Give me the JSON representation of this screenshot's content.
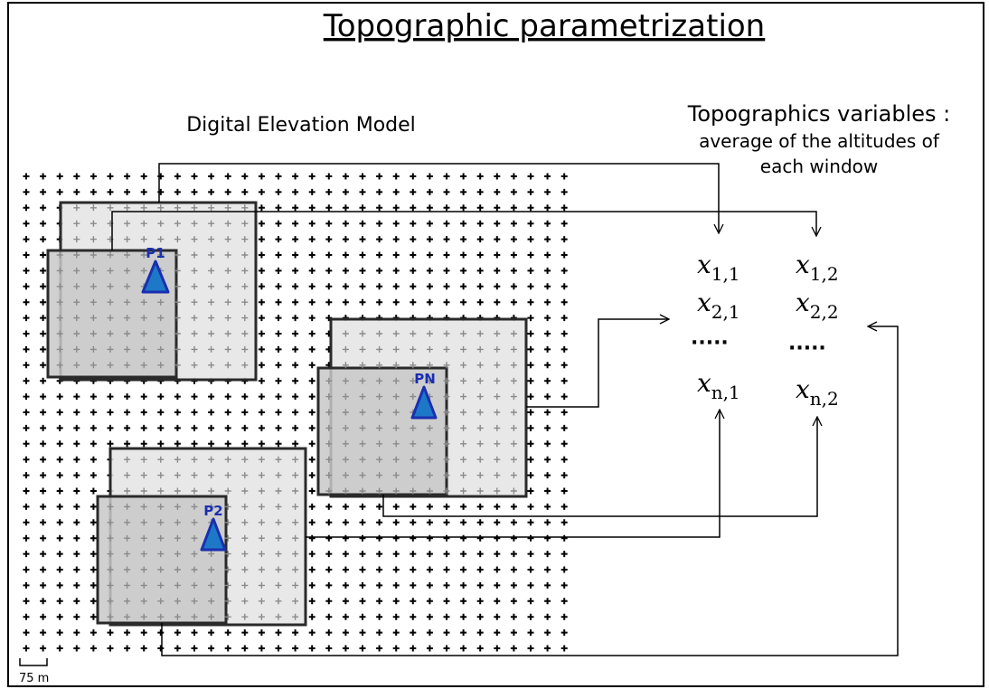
{
  "title": "Topographic parametrization",
  "dem_label": "Digital Elevation Model",
  "variables_label": {
    "line1": "Topographics variables :",
    "line2": "average of the altitudes of",
    "line3": "each window"
  },
  "points": {
    "p1": "P1",
    "pn": "PN",
    "p2": "P2"
  },
  "variables": {
    "c1": {
      "base": "x",
      "r1": "1,1",
      "r2": "2,1",
      "dots": "·····",
      "rn": "n,1"
    },
    "c2": {
      "base": "x",
      "r1": "1,2",
      "r2": "2,2",
      "dots": "·····",
      "rn": "n,2"
    }
  },
  "scale_label": "75 m",
  "colors": {
    "marker_fill": "#1e78c8",
    "marker_stroke": "#1a2fb0",
    "point_label": "#1a2fb0",
    "window_outer": "#e4e4e4",
    "window_inner": "#cdcdcd",
    "window_stroke": "#2a2a2a"
  }
}
